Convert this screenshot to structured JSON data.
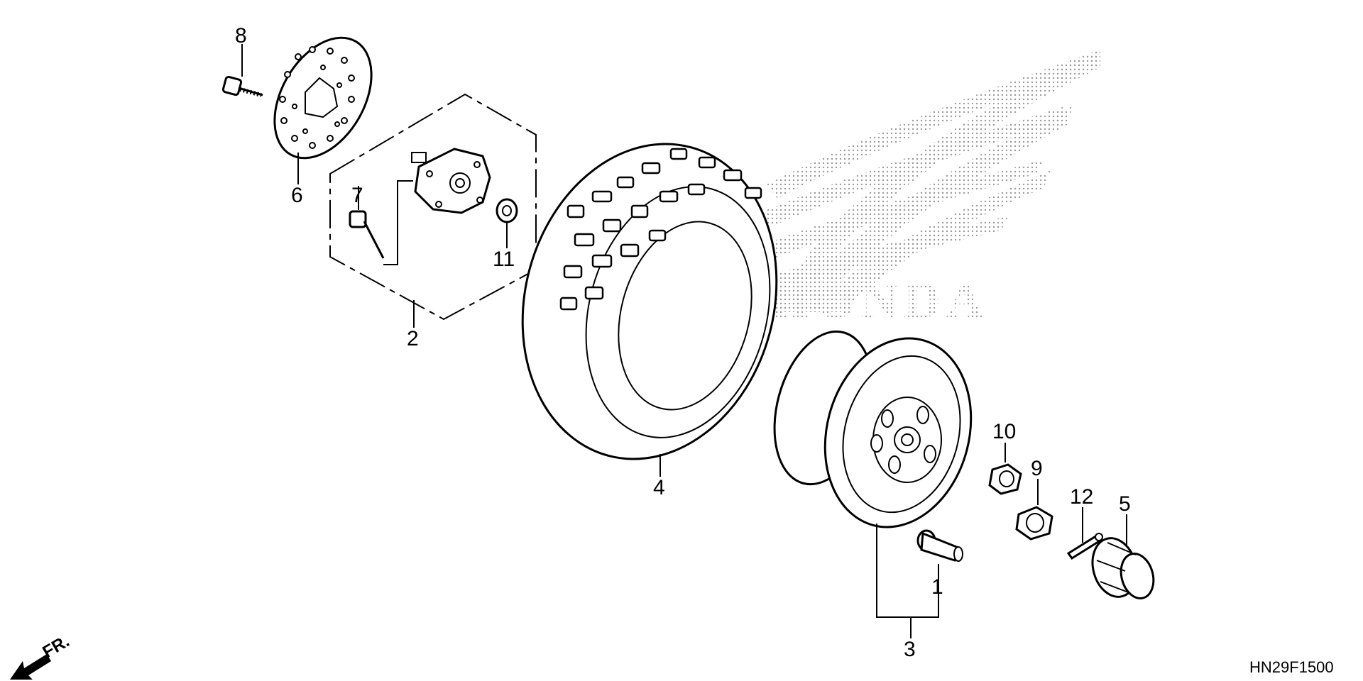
{
  "labels": {
    "l1": "1",
    "l2": "2",
    "l3": "3",
    "l4": "4",
    "l5": "5",
    "l6": "6",
    "l7": "7",
    "l8": "8",
    "l9": "9",
    "l10": "10",
    "l11": "11",
    "l12": "12"
  },
  "direction": "FR.",
  "diagram_code": "HN29F1500",
  "watermark": "HONDA",
  "colors": {
    "ink": "#000000",
    "paper": "#ffffff",
    "watermark": "#9a9a9a"
  }
}
